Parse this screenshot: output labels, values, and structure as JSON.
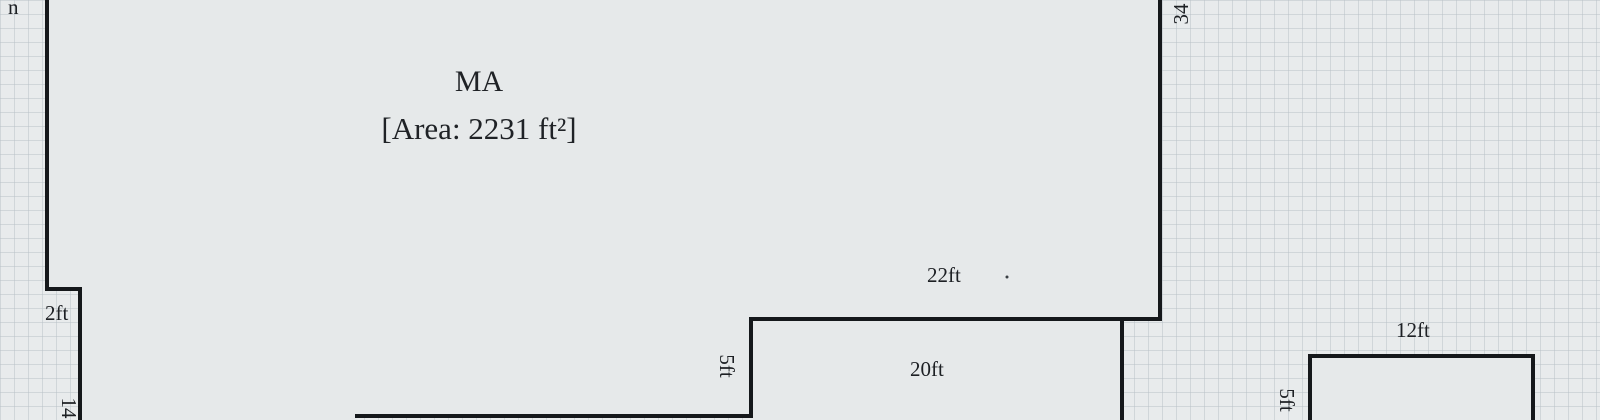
{
  "plan": {
    "room_label": "MA",
    "area_label": "[Area: 2231 ft²]",
    "dims": {
      "top_right_edge": "34",
      "left_step": "2ft",
      "left_bottom": "14",
      "step_top": "22ft",
      "step_vertical": "5ft",
      "step_bottom": "20ft",
      "right_room_top": "12ft",
      "right_room_side": "5ft",
      "corner_mark": "n"
    }
  },
  "colors": {
    "paper": "#e8ebec",
    "grid": "#b8c0c6",
    "wall": "#15181b",
    "text": "#1f2226"
  }
}
